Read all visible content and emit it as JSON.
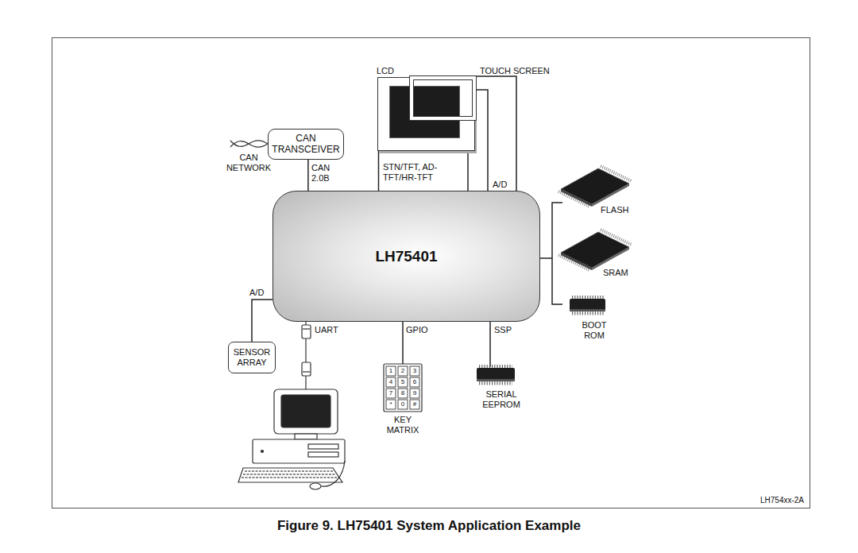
{
  "diagram": {
    "caption": "Figure 9. LH75401 System Application Example",
    "nodes": [
      {
        "text": [
          "CAN TRANSCEIVER"
        ]
      },
      {
        "text": [
          "LCD"
        ]
      },
      {
        "text": [
          "TOUCH SCREEN"
        ]
      },
      {
        "text": [
          "LH75401"
        ]
      },
      {
        "text": [
          "SENSOR ARRAY"
        ]
      }
    ],
    "edges": [
      {
        "from": 0,
        "to": 3,
        "arrow": "none",
        "label": "CAN 2.0B"
      },
      {
        "from": 1,
        "to": 3,
        "arrow": "none",
        "label": "STN/TFT, AD-TFT/HR-TFT"
      },
      {
        "from": 1,
        "to": 3,
        "arrow": "none"
      },
      {
        "from": 2,
        "to": 3,
        "arrow": "none"
      },
      {
        "from": 2,
        "to": 3,
        "arrow": "none",
        "label": "A/D"
      },
      {
        "from": 4,
        "to": 3,
        "arrow": "none",
        "label": "A/D"
      }
    ],
    "labels": [
      "CAN NETWORK",
      "FLASH",
      "SRAM",
      "BOOT ROM",
      "UART",
      "GPIO",
      "SSP",
      "1",
      "2",
      "3",
      "4",
      "5",
      "6",
      "7",
      "8",
      "9",
      "*",
      "0",
      "#",
      "KEY MATRIX",
      "SERIAL EEPROM",
      "LH754xx-2A"
    ]
  }
}
